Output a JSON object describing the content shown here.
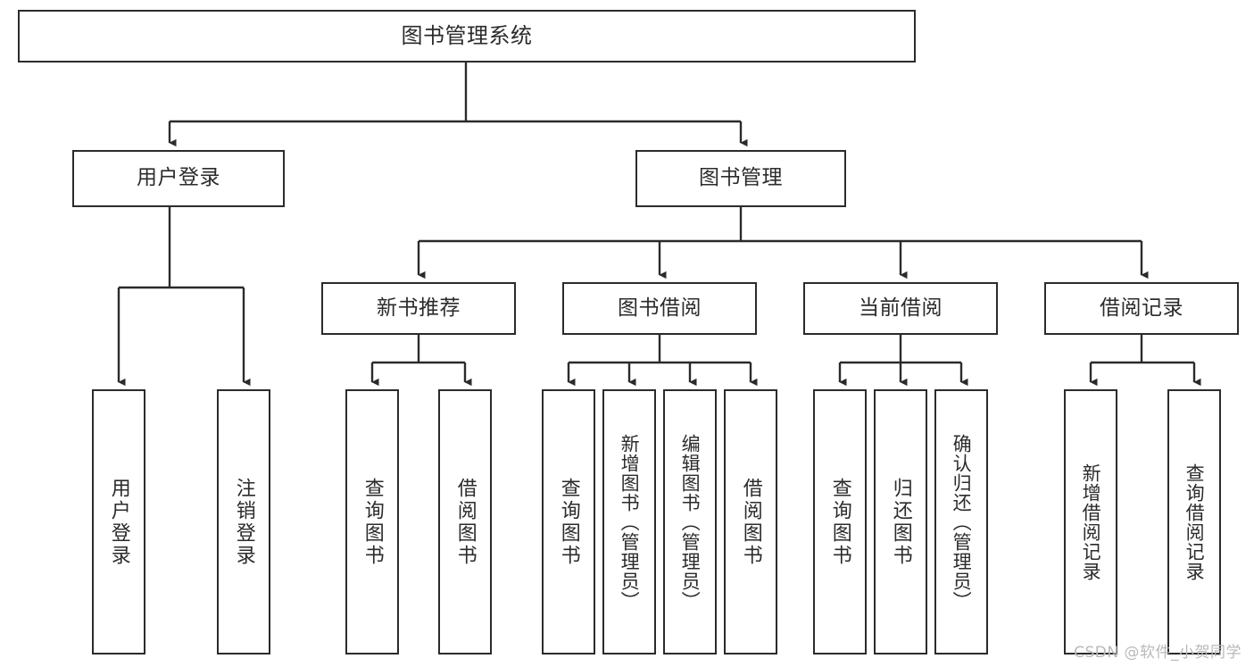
{
  "diagram": {
    "title": "图书管理系统",
    "watermark": "CSDN @软件_小贺同学",
    "colors": {
      "stroke": "#2b2b2b",
      "fill": "#ffffff",
      "text": "#2b2b2b",
      "watermark": "#b9b9b9",
      "background": "#ffffff"
    },
    "root": {
      "label": "图书管理系统"
    },
    "level2": [
      {
        "label": "用户登录"
      },
      {
        "label": "图书管理"
      }
    ],
    "level3": [
      {
        "label": "新书推荐"
      },
      {
        "label": "图书借阅"
      },
      {
        "label": "当前借阅"
      },
      {
        "label": "借阅记录"
      }
    ],
    "leaves": {
      "user_login": [
        {
          "label": "用户登录"
        },
        {
          "label": "注销登录"
        }
      ],
      "new_book_recommend": [
        {
          "label": "查询图书"
        },
        {
          "label": "借阅图书"
        }
      ],
      "book_borrow": [
        {
          "label": "查询图书"
        },
        {
          "label": "新增图书（管理员）"
        },
        {
          "label": "编辑图书（管理员）"
        },
        {
          "label": "借阅图书"
        }
      ],
      "current_borrow": [
        {
          "label": "查询图书"
        },
        {
          "label": "归还图书"
        },
        {
          "label": "确认归还（管理员）"
        }
      ],
      "borrow_record": [
        {
          "label": "新增借阅记录"
        },
        {
          "label": "查询借阅记录"
        }
      ]
    }
  }
}
